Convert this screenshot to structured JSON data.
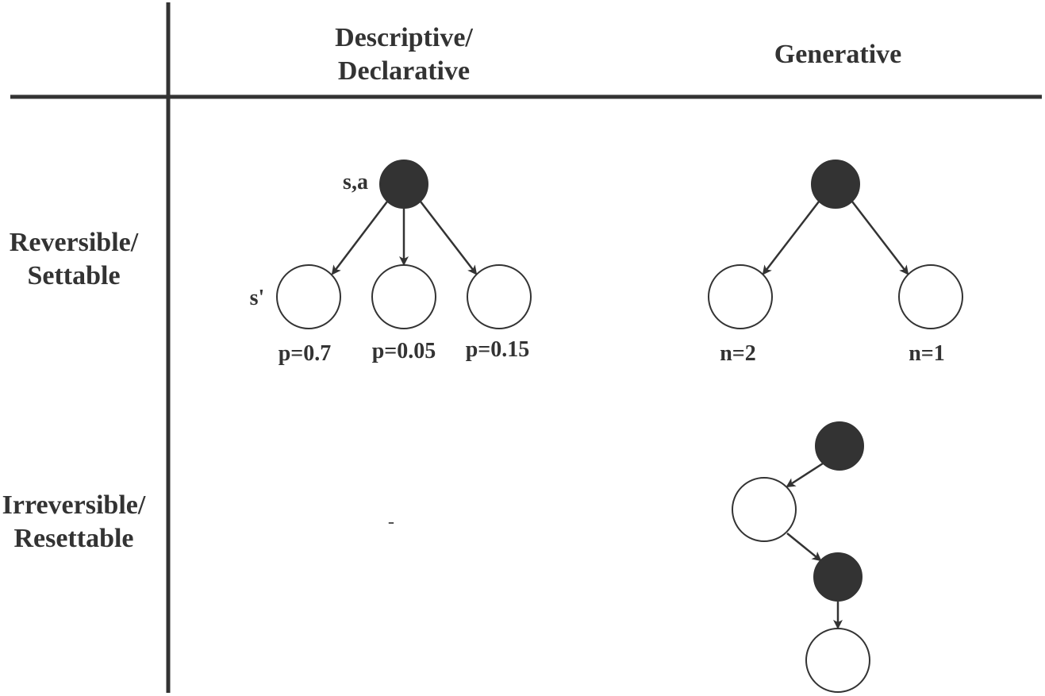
{
  "columns": {
    "descriptive": {
      "line1": "Descriptive/",
      "line2": "Declarative"
    },
    "generative": {
      "label": "Generative"
    }
  },
  "rows": {
    "reversible": {
      "line1": "Reversible/",
      "line2": "Settable"
    },
    "irreversible": {
      "line1": "Irreversible/",
      "line2": "Resettable"
    }
  },
  "cells": {
    "reversible_descriptive": {
      "root_label": "s,a",
      "child_label": "s'",
      "child_probs": [
        "p=0.7",
        "p=0.05",
        "p=0.15"
      ]
    },
    "reversible_generative": {
      "child_counts": [
        "n=2",
        "n=1"
      ]
    },
    "irreversible_descriptive": {
      "placeholder": "-"
    }
  }
}
